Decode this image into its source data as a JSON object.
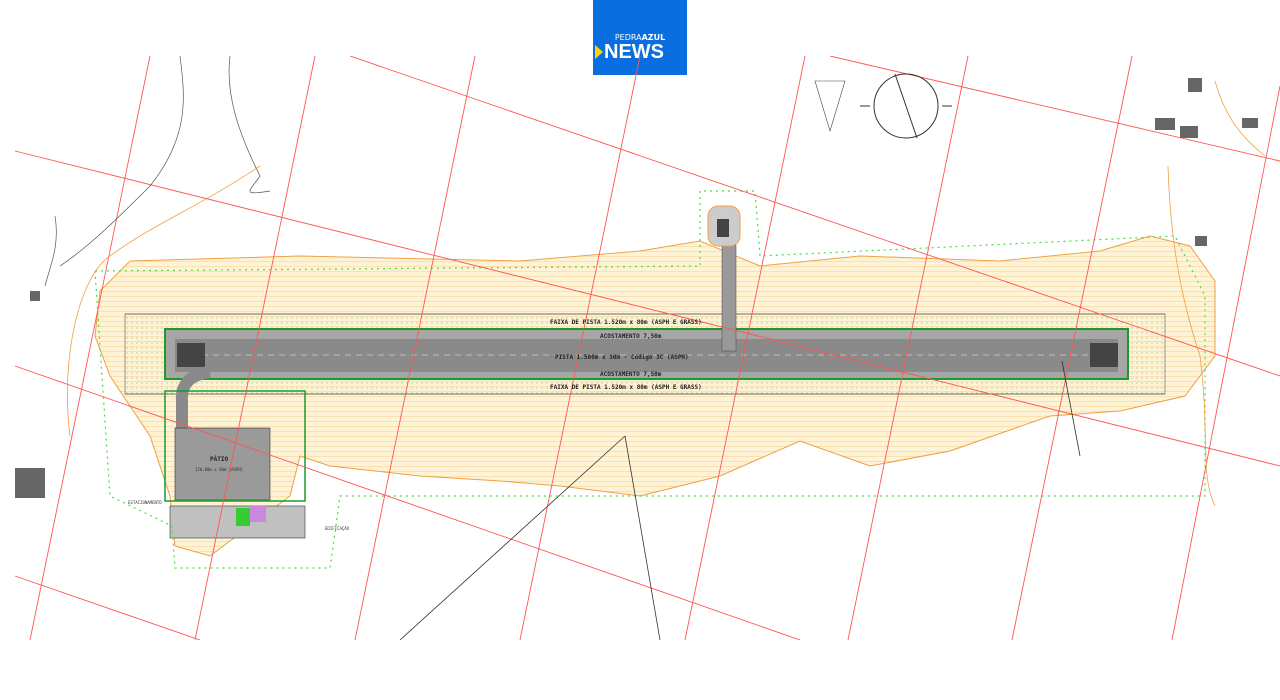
{
  "logo": {
    "part1": "PEDRA",
    "part2": "AZUL",
    "word": "NEWS",
    "color": "#0a6ee1",
    "accent": "#ffd400"
  },
  "drawing": {
    "strip_top": "FAIXA DE PISTA 1.520m x 80m (ASPH E GRASS)",
    "shoulder_top": "ACOSTAMENTO 7,50m",
    "runway": "PISTA 1.500m x 30m - Código 3C (ASPH)",
    "shoulder_bottom": "ACOSTAMENTO 7,50m",
    "strip_bottom": "FAIXA DE PISTA 1.520m x 80m (ASPH E GRASS)",
    "apron_title": "PÁTIO",
    "apron_size": "120,00m x 60m (ASPH)",
    "parking": "ESTACIONAMENTO",
    "building": "EDIFICAÇÃO",
    "colors": {
      "grid": "#ff5555",
      "fence": "#44dd44",
      "earthwork": "#f0a040",
      "earthwork_fill": "#fff0cc",
      "pavement": "#888888",
      "pavement_edge": "#1a9a2a"
    }
  }
}
